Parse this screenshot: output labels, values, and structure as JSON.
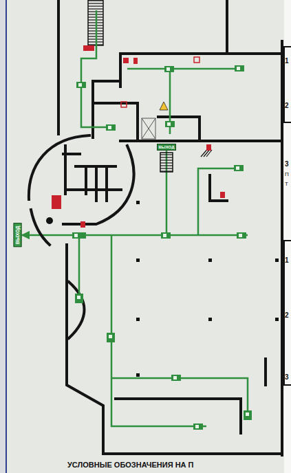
{
  "diagram": {
    "nodes": [
      {
        "text": [
          "ВЫХОД"
        ]
      },
      {
        "text": [
          "ВЫХОД"
        ]
      }
    ],
    "edges": [
      {
        "from": 0,
        "to": 1,
        "arrow": "to"
      }
    ],
    "labels": [
      "1",
      "2",
      "3",
      "П",
      "Т",
      "1",
      "2",
      "3",
      "УСЛОВНЫЕ ОБОЗНАЧЕНИЯ НА П"
    ]
  }
}
